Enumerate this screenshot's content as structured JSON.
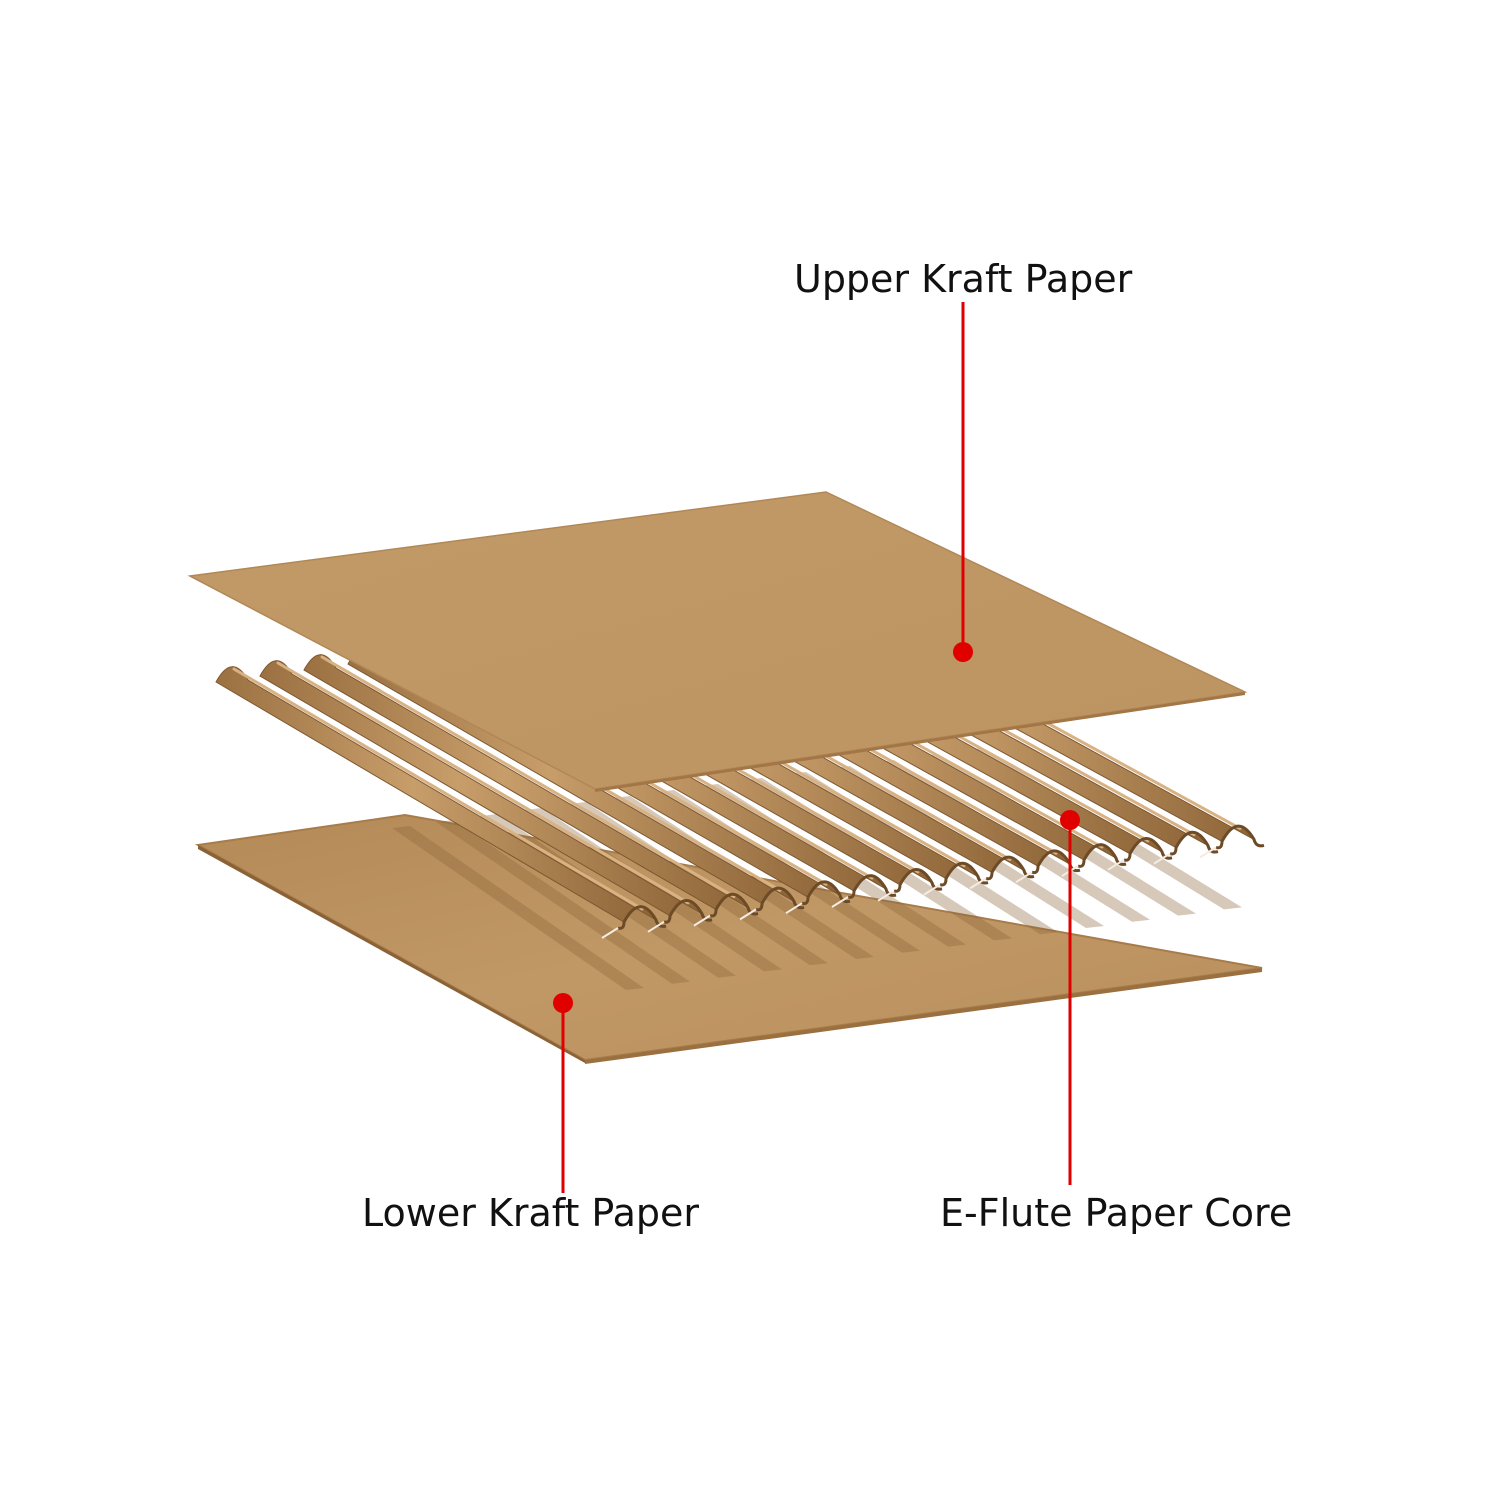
{
  "labels": {
    "upper": "Upper Kraft Paper",
    "core": "E-Flute Paper Core",
    "lower": "Lower Kraft Paper"
  },
  "colors": {
    "background": "#ffffff",
    "kraft_light": "#c09866",
    "kraft_mid": "#a9804f",
    "kraft_dark": "#8a6236",
    "callout": "#e00000",
    "text": "#111111"
  },
  "diagram": {
    "layers": [
      "upper-kraft-sheet",
      "e-flute-core",
      "lower-kraft-sheet"
    ],
    "flute_type": "E-Flute"
  }
}
